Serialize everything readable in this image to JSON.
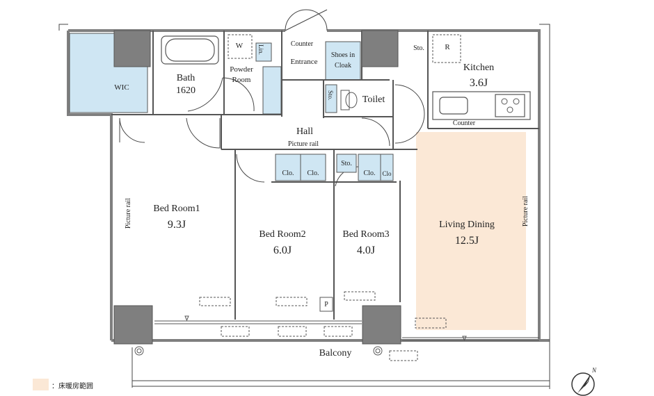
{
  "colors": {
    "wall": "#7f7f7f",
    "line": "#444444",
    "storage": "#cfe6f3",
    "floor_heating": "#fbe8d6",
    "column": "#7f7f7f"
  },
  "rooms": {
    "wic": "WIC",
    "bath": "Bath",
    "bath_size": "1620",
    "washer": "W",
    "linen": "Lin.",
    "powder_room_1": "Powder",
    "powder_room_2": "Room",
    "entrance": "Entrance",
    "counter_entrance": "Counter",
    "shoes_in_cloak_1": "Shoes in",
    "shoes_in_cloak_2": "Cloak",
    "sto_kitchen": "Sto.",
    "refrigerator": "R",
    "kitchen": "Kitchen",
    "kitchen_size": "3.6J",
    "sto_toilet": "Sto.",
    "toilet": "Toilet",
    "counter_kitchen": "Counter",
    "hall": "Hall",
    "picture_rail_hall": "Picture rail",
    "sto_hall": "Sto.",
    "clo1": "Clo.",
    "clo2": "Clo.",
    "clo3": "Clo.",
    "clo4": "Clo",
    "bed1": "Bed Room1",
    "bed1_size": "9.3J",
    "bed2": "Bed Room2",
    "bed2_size": "6.0J",
    "bed3": "Bed Room3",
    "bed3_size": "4.0J",
    "living": "Living Dining",
    "living_size": "12.5J",
    "picture_rail_left": "Picture rail",
    "picture_rail_right": "Picture rail",
    "pipe_space": "P",
    "balcony": "Balcony"
  },
  "legend": {
    "label": "：床暖房範囲"
  },
  "icons": {
    "north": "north-arrow-icon",
    "stove": "stove-burner-icon",
    "bathtub": "bathtub-icon",
    "sink": "sink-icon"
  },
  "compass_label": "N"
}
